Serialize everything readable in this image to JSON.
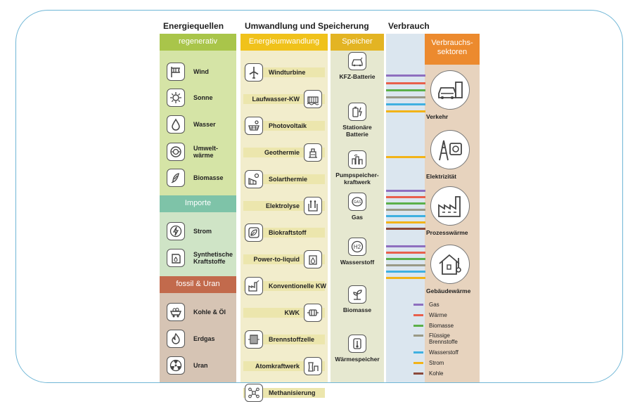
{
  "headers": {
    "energiequellen": "Energiequellen",
    "umwandlung": "Umwandlung und Speicherung",
    "verbrauch": "Verbrauch"
  },
  "col1": {
    "regenerativ": "regenerativ",
    "importe": "Importe",
    "fossil": "fossil & Uran",
    "regen_items": [
      {
        "label": "Wind",
        "icon": "windsock-icon"
      },
      {
        "label": "Sonne",
        "icon": "sun-icon"
      },
      {
        "label": "Wasser",
        "icon": "water-drop-icon"
      },
      {
        "label": "Umwelt-\nwärme",
        "icon": "ambient-heat-icon"
      },
      {
        "label": "Biomasse",
        "icon": "corn-icon"
      }
    ],
    "import_items": [
      {
        "label": "Strom",
        "icon": "lightning-icon"
      },
      {
        "label": "Synthetische\nKraftstoffe",
        "icon": "fuel-canister-icon"
      }
    ],
    "fossil_items": [
      {
        "label": "Kohle & Öl",
        "icon": "coal-cart-icon"
      },
      {
        "label": "Erdgas",
        "icon": "flame-icon"
      },
      {
        "label": "Uran",
        "icon": "radiation-icon"
      }
    ]
  },
  "col2": {
    "header": "Energieumwandlung",
    "items": [
      {
        "label": "Windturbine",
        "icon": "wind-turbine-icon"
      },
      {
        "label": "Laufwasser-KW",
        "icon": "hydro-plant-icon"
      },
      {
        "label": "Photovoltaik",
        "icon": "solar-panel-icon"
      },
      {
        "label": "Geothermie",
        "icon": "geothermal-icon"
      },
      {
        "label": "Solarthermie",
        "icon": "solar-thermal-icon"
      },
      {
        "label": "Elektrolyse",
        "icon": "electrolysis-icon"
      },
      {
        "label": "Biokraftstoff",
        "icon": "leaf-icon"
      },
      {
        "label": "Power-to-liquid",
        "icon": "liquid-fuel-icon"
      },
      {
        "label": "Konventionelle KW",
        "icon": "power-plant-icon"
      },
      {
        "label": "KWK",
        "icon": "chp-icon"
      },
      {
        "label": "Brennstoffzelle",
        "icon": "fuel-cell-icon"
      },
      {
        "label": "Atomkraftwerk",
        "icon": "nuclear-plant-icon"
      },
      {
        "label": "Methanisierung",
        "icon": "molecule-icon"
      }
    ]
  },
  "col3": {
    "header": "Speicher",
    "items": [
      {
        "label": "KFZ-Batterie",
        "icon": "ev-car-icon"
      },
      {
        "label": "Stationäre\nBatterie",
        "icon": "battery-icon"
      },
      {
        "label": "Pumpspeicher-\nkraftwerk",
        "icon": "pumped-storage-icon"
      },
      {
        "label": "Gas",
        "icon": "gas-tank-icon"
      },
      {
        "label": "Wasserstoff",
        "icon": "hydrogen-icon"
      },
      {
        "label": "Biomasse",
        "icon": "plant-icon"
      },
      {
        "label": "Wärmespeicher",
        "icon": "heat-storage-icon"
      }
    ]
  },
  "col4": {
    "header": "Verbrauchs-\nsektoren",
    "sectors": [
      {
        "label": "Verkehr",
        "icon": "vehicles-icon"
      },
      {
        "label": "Elektrizität",
        "icon": "electricity-icon"
      },
      {
        "label": "Prozesswärme",
        "icon": "factory-icon"
      },
      {
        "label": "Gebäudewärme",
        "icon": "house-thermometer-icon"
      }
    ]
  },
  "colors": {
    "Gas": "#8e6fbf",
    "Wärme": "#e8604c",
    "Biomasse": "#5bb04a",
    "Flüssige Brennstoffe": "#9a9a86",
    "Wasserstoff": "#3fb0e0",
    "Strom": "#f2b318",
    "Kohle": "#8b4a3c"
  },
  "legend": [
    {
      "label": "Gas",
      "color": "#8e6fbf"
    },
    {
      "label": "Wärme",
      "color": "#e8604c"
    },
    {
      "label": "Biomasse",
      "color": "#5bb04a"
    },
    {
      "label": "Flüssige\nBrennstoffe",
      "color": "#9a9a86"
    },
    {
      "label": "Wasserstoff",
      "color": "#3fb0e0"
    },
    {
      "label": "Strom",
      "color": "#f2b318"
    },
    {
      "label": "Kohle",
      "color": "#8b4a3c"
    }
  ]
}
